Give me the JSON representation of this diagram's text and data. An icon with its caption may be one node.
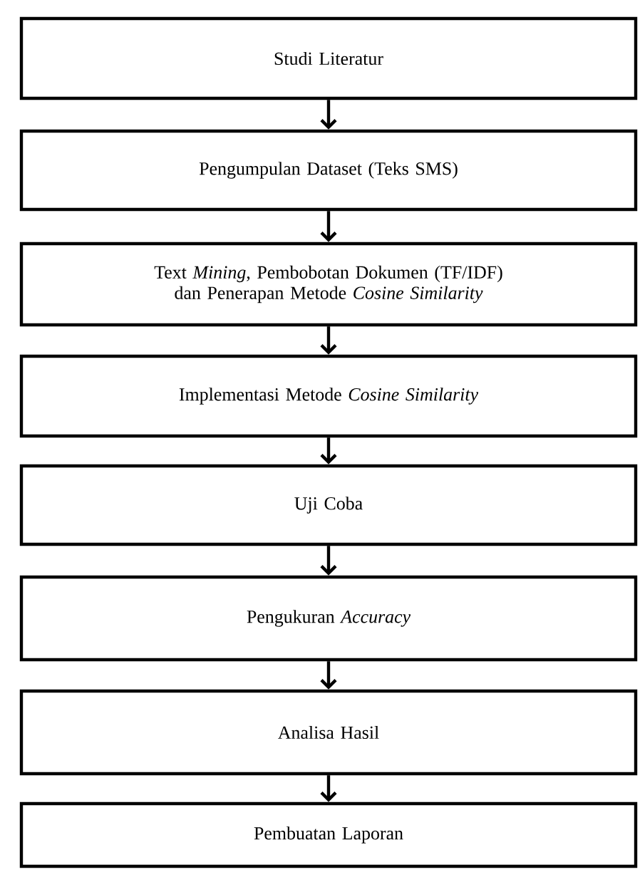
{
  "diagram": {
    "nodes": [
      {
        "text": [
          "Studi Literatur"
        ]
      },
      {
        "text": [
          "Pengumpulan Dataset (Teks SMS)"
        ]
      },
      {
        "text": [
          "Text *Mining*, Pembobotan Dokumen (TF/IDF) dan Penerapan Metode *Cosine Similarity*"
        ]
      },
      {
        "text": [
          "Implementasi Metode *Cosine Similarity*"
        ]
      },
      {
        "text": [
          "Uji Coba"
        ]
      },
      {
        "text": [
          "Pengukuran *Accuracy*"
        ]
      },
      {
        "text": [
          "Analisa Hasil"
        ]
      },
      {
        "text": [
          "Pembuatan Laporan"
        ]
      }
    ],
    "edges": [
      {
        "from": 0,
        "to": 1,
        "arrow": "to"
      },
      {
        "from": 1,
        "to": 2,
        "arrow": "to"
      },
      {
        "from": 2,
        "to": 3,
        "arrow": "to"
      },
      {
        "from": 3,
        "to": 4,
        "arrow": "to"
      },
      {
        "from": 4,
        "to": 5,
        "arrow": "to"
      },
      {
        "from": 5,
        "to": 6,
        "arrow": "to"
      },
      {
        "from": 6,
        "to": 7,
        "arrow": "to"
      }
    ]
  }
}
